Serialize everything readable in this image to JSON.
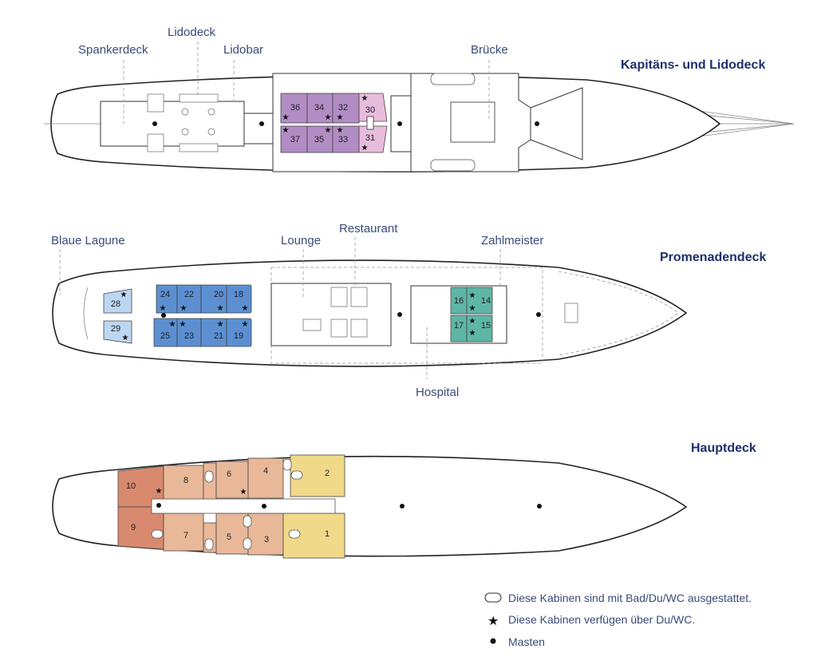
{
  "colors": {
    "lido_purple": "#b28cc4",
    "lido_pink": "#e8bcdc",
    "promenade_blue": "#5b8fd2",
    "promenade_lightblue": "#bcd6f2",
    "promenade_teal": "#5fb6a6",
    "haupt_salmon": "#e9b899",
    "haupt_darksalmon": "#d9896e",
    "haupt_yellow": "#f1d98a"
  },
  "decks": [
    {
      "title": "Kapitäns- und Lidodeck",
      "labels": [
        "Spankerdeck",
        "Lidodeck",
        "Lidobar",
        "Brücke"
      ],
      "cabins": [
        "36",
        "34",
        "32",
        "30",
        "37",
        "35",
        "33",
        "31"
      ]
    },
    {
      "title": "Promenadendeck",
      "labels": [
        "Blaue Lagune",
        "Lounge",
        "Restaurant",
        "Zahlmeister",
        "Hospital"
      ],
      "cabins": [
        "28",
        "29",
        "24",
        "22",
        "20",
        "18",
        "25",
        "23",
        "21",
        "19",
        "16",
        "14",
        "17",
        "15"
      ]
    },
    {
      "title": "Hauptdeck",
      "labels": [],
      "cabins": [
        "10",
        "9",
        "8",
        "7",
        "6",
        "5",
        "4",
        "3",
        "2",
        "1"
      ]
    }
  ],
  "legend": [
    {
      "icon": "bathtub-icon",
      "text": "Diese Kabinen sind mit Bad/Du/WC ausgestattet."
    },
    {
      "icon": "star-icon",
      "text": "Diese Kabinen verfügen über Du/WC."
    },
    {
      "icon": "mast-dot-icon",
      "text": "Masten"
    }
  ]
}
